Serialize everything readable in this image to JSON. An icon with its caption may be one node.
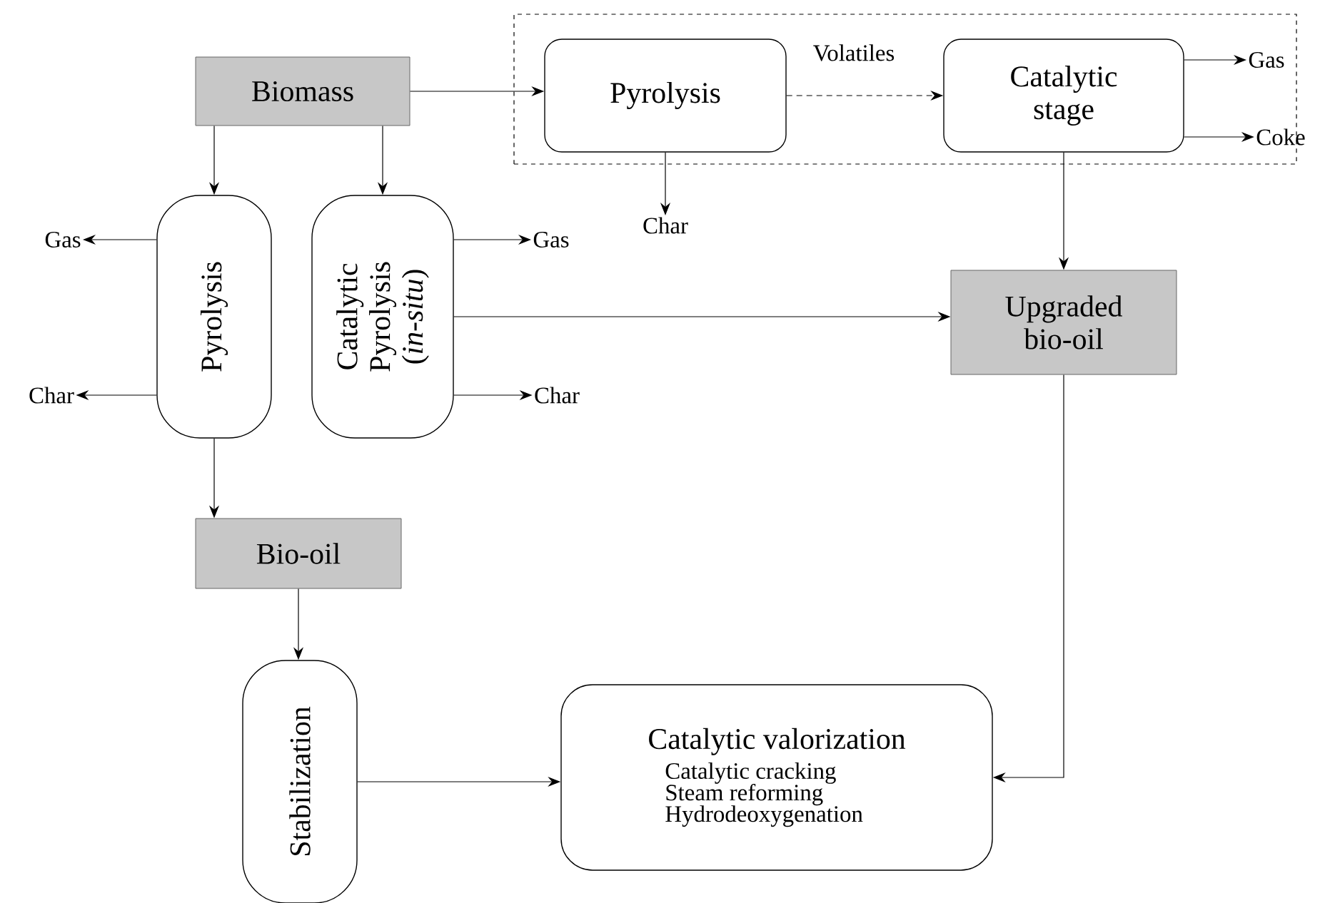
{
  "diagram": {
    "nodes": [
      {
        "text": [
          "Biomass"
        ]
      },
      {
        "text": [],
        "shape": "box"
      },
      {
        "text": [
          "Pyrolysis"
        ],
        "in": 1
      },
      {
        "text": [
          "Catalytic stage"
        ],
        "in": 1
      },
      {
        "text": [
          "Gas"
        ],
        "in": 1
      },
      {
        "text": [
          "Coke"
        ]
      },
      {
        "text": [
          "Char"
        ]
      },
      {
        "text": [
          "Pyrolysis"
        ]
      },
      {
        "text": [
          "Catalytic Pyrolysis (*in-situ*)"
        ]
      },
      {
        "text": [
          "Gas"
        ]
      },
      {
        "text": [
          "Char"
        ]
      },
      {
        "text": [
          "Gas"
        ]
      },
      {
        "text": [
          "Char"
        ]
      },
      {
        "text": [
          "Upgraded bio-oil"
        ]
      },
      {
        "text": [
          "Bio-oil"
        ]
      },
      {
        "text": [
          "Stabilization"
        ]
      },
      {
        "text": [
          "Catalytic valorization",
          "Catalytic cracking",
          "Steam reforming",
          "Hydrodeoxygenation"
        ]
      }
    ],
    "edges": [
      {
        "from": 0,
        "to": 2,
        "arrow": "to"
      },
      {
        "from": 2,
        "to": 3,
        "arrow": "to",
        "style": "dashed",
        "label": "Volatiles"
      },
      {
        "from": 3,
        "to": 4,
        "arrow": "to"
      },
      {
        "from": 3,
        "to": 5,
        "arrow": "to"
      },
      {
        "from": 2,
        "to": 6,
        "arrow": "to"
      },
      {
        "from": 0,
        "to": 7,
        "arrow": "to"
      },
      {
        "from": 0,
        "to": 8,
        "arrow": "to"
      },
      {
        "from": 7,
        "to": 9,
        "arrow": "to"
      },
      {
        "from": 7,
        "to": 10,
        "arrow": "to"
      },
      {
        "from": 8,
        "to": 11,
        "arrow": "to"
      },
      {
        "from": 8,
        "to": 12,
        "arrow": "to"
      },
      {
        "from": 8,
        "to": 13,
        "arrow": "to"
      },
      {
        "from": 3,
        "to": 13,
        "arrow": "to"
      },
      {
        "from": 7,
        "to": 14,
        "arrow": "to"
      },
      {
        "from": 14,
        "to": 15,
        "arrow": "to"
      },
      {
        "from": 15,
        "to": 16,
        "arrow": "to"
      },
      {
        "from": 13,
        "to": 16,
        "arrow": "to"
      }
    ]
  }
}
